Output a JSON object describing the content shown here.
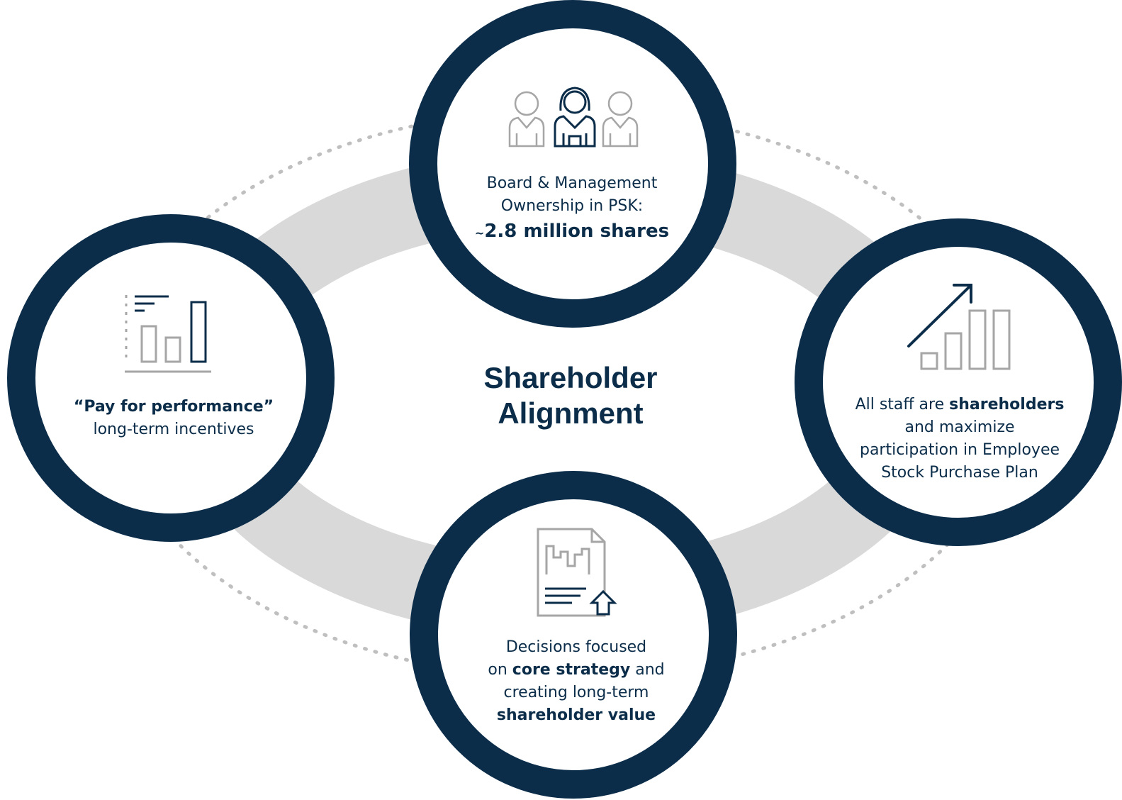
{
  "title": {
    "line1": "Shareholder",
    "line2": "Alignment"
  },
  "nodes": {
    "top": {
      "icon": "people-group-icon",
      "line1": "Board & Management",
      "line2": "Ownership in PSK:",
      "tilde": "~",
      "highlight": "2.8 million shares"
    },
    "left": {
      "icon": "bar-chart-icon",
      "bold": "“Pay for performance”",
      "line2": "long-term incentives"
    },
    "right": {
      "icon": "growth-chart-icon",
      "l1a": "All staff are ",
      "l1b": "shareholders",
      "line2": "and maximize",
      "line3": "participation in Employee",
      "line4": "Stock Purchase Plan"
    },
    "bottom": {
      "icon": "report-upload-icon",
      "line1": "Decisions focused",
      "l2a": "on ",
      "l2b": "core strategy",
      "l2c": " and",
      "line3": "creating long-term",
      "line4": "shareholder value"
    }
  },
  "colors": {
    "navy": "#0b2d4a",
    "gray_ring": "#d9d9d9",
    "icon_gray": "#a6a6a6",
    "dots": "#bfbfbf"
  }
}
